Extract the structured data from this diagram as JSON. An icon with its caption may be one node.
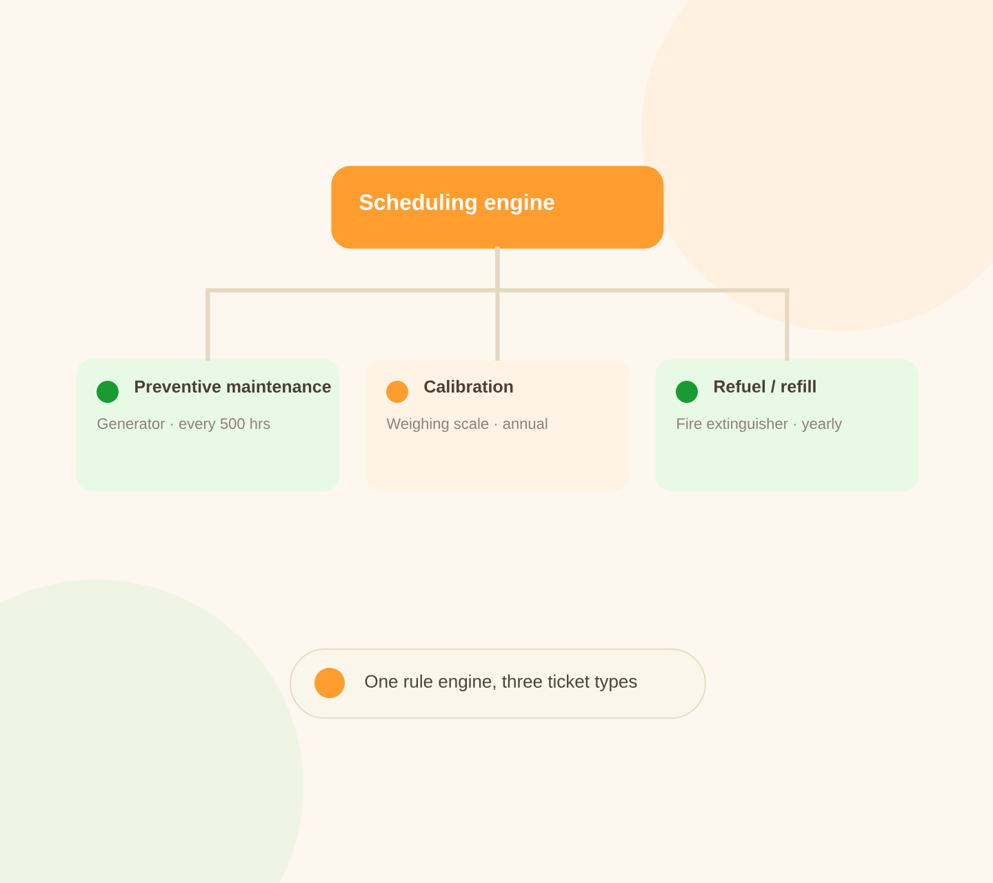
{
  "diagram": {
    "nodes": [
      {
        "text": [
          "Scheduling engine"
        ]
      },
      {
        "text": [
          "Preventive maintenance",
          "Generator · every 500 hrs"
        ]
      },
      {
        "text": [
          "Calibration",
          "Weighing scale · annual"
        ]
      },
      {
        "text": [
          "Refuel / refill",
          "Fire extinguisher · yearly"
        ]
      },
      {
        "text": [
          "One rule engine, three ticket types"
        ]
      }
    ],
    "edges": [
      {
        "from": 0,
        "to": 1,
        "arrow": "none"
      },
      {
        "from": 0,
        "to": 2,
        "arrow": "none"
      },
      {
        "from": 0,
        "to": 3,
        "arrow": "none"
      }
    ]
  }
}
